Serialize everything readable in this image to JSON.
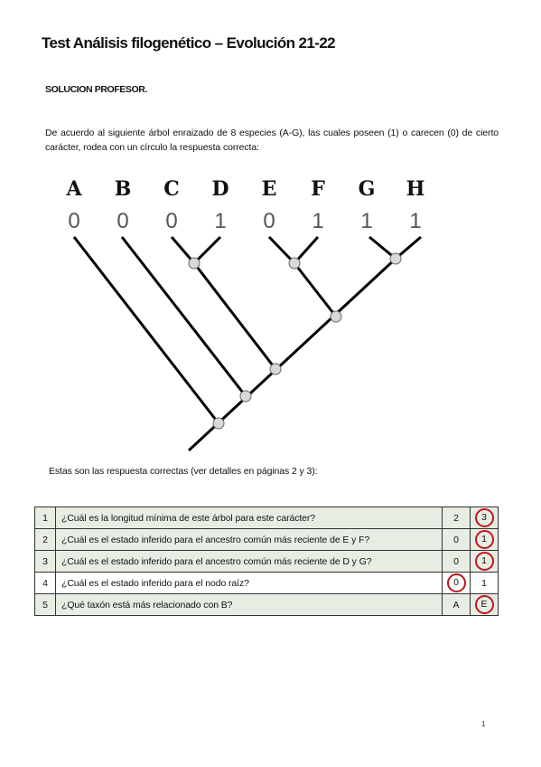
{
  "title": "Test Análisis filogenético – Evolución 21-22",
  "subtitle": "SOLUCION PROFESOR.",
  "intro": "De acuerdo al siguiente árbol enraizado de 8 especies (A-G), las cuales poseen (1) o carecen (0) de cierto carácter, rodea con un círculo la respuesta correcta:",
  "tree": {
    "taxa": [
      {
        "label": "A",
        "state": "0"
      },
      {
        "label": "B",
        "state": "0"
      },
      {
        "label": "C",
        "state": "0"
      },
      {
        "label": "D",
        "state": "1"
      },
      {
        "label": "E",
        "state": "0"
      },
      {
        "label": "F",
        "state": "1"
      },
      {
        "label": "G",
        "state": "1"
      },
      {
        "label": "H",
        "state": "1"
      }
    ]
  },
  "answers_note": "Estas son las respuesta correctas (ver detalles en páginas 2 y 3):",
  "questions": [
    {
      "num": "1",
      "text": "¿Cuál es la longitud mínima de este árbol para este carácter?",
      "options": [
        "2",
        "3"
      ],
      "selected": 1
    },
    {
      "num": "2",
      "text": "¿Cuál es el estado inferido para el ancestro común más reciente de E y F?",
      "options": [
        "0",
        "1"
      ],
      "selected": 1
    },
    {
      "num": "3",
      "text": "¿Cuál es el estado inferido para el ancestro común más reciente de D y G?",
      "options": [
        "0",
        "1"
      ],
      "selected": 1
    },
    {
      "num": "4",
      "text": "¿Cuál es el estado inferido para el nodo raíz?",
      "options": [
        "0",
        "1"
      ],
      "selected": 0
    },
    {
      "num": "5",
      "text": "¿Qué taxón está más relacionado con B?",
      "options": [
        "A",
        "E"
      ],
      "selected": 1
    }
  ],
  "page_number": "1",
  "colors": {
    "answer_circle": "#c0161c",
    "row_shade": "#e8ede4"
  }
}
